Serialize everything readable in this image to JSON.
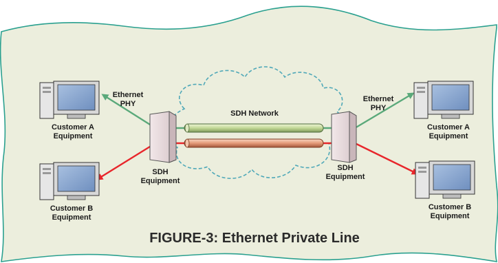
{
  "diagram": {
    "title": "FIGURE-3: Ethernet Private Line",
    "network_label": "SDH Network",
    "phy_left": [
      "Ethernet",
      "PHY"
    ],
    "phy_right": [
      "Ethernet",
      "PHY"
    ],
    "sdh_left": [
      "SDH",
      "Equipment"
    ],
    "sdh_right": [
      "SDH",
      "Equipment"
    ],
    "cust_a_left": [
      "Customer A",
      "Equipment"
    ],
    "cust_b_left": [
      "Customer B",
      "Equipment"
    ],
    "cust_a_right": [
      "Customer A",
      "Equipment"
    ],
    "cust_b_right": [
      "Customer B",
      "Equipment"
    ],
    "colors": {
      "background": "#eceedd",
      "border": "#2aa08f",
      "green_line": "#5aa97a",
      "red_line": "#e8262b",
      "pipe_green": "#c9dd9e",
      "pipe_orange": "#e8a07e",
      "cloud": "#4fa8b8",
      "sdh_box": "#e9dddf",
      "monitor_screen": "#8aa6cc"
    }
  }
}
